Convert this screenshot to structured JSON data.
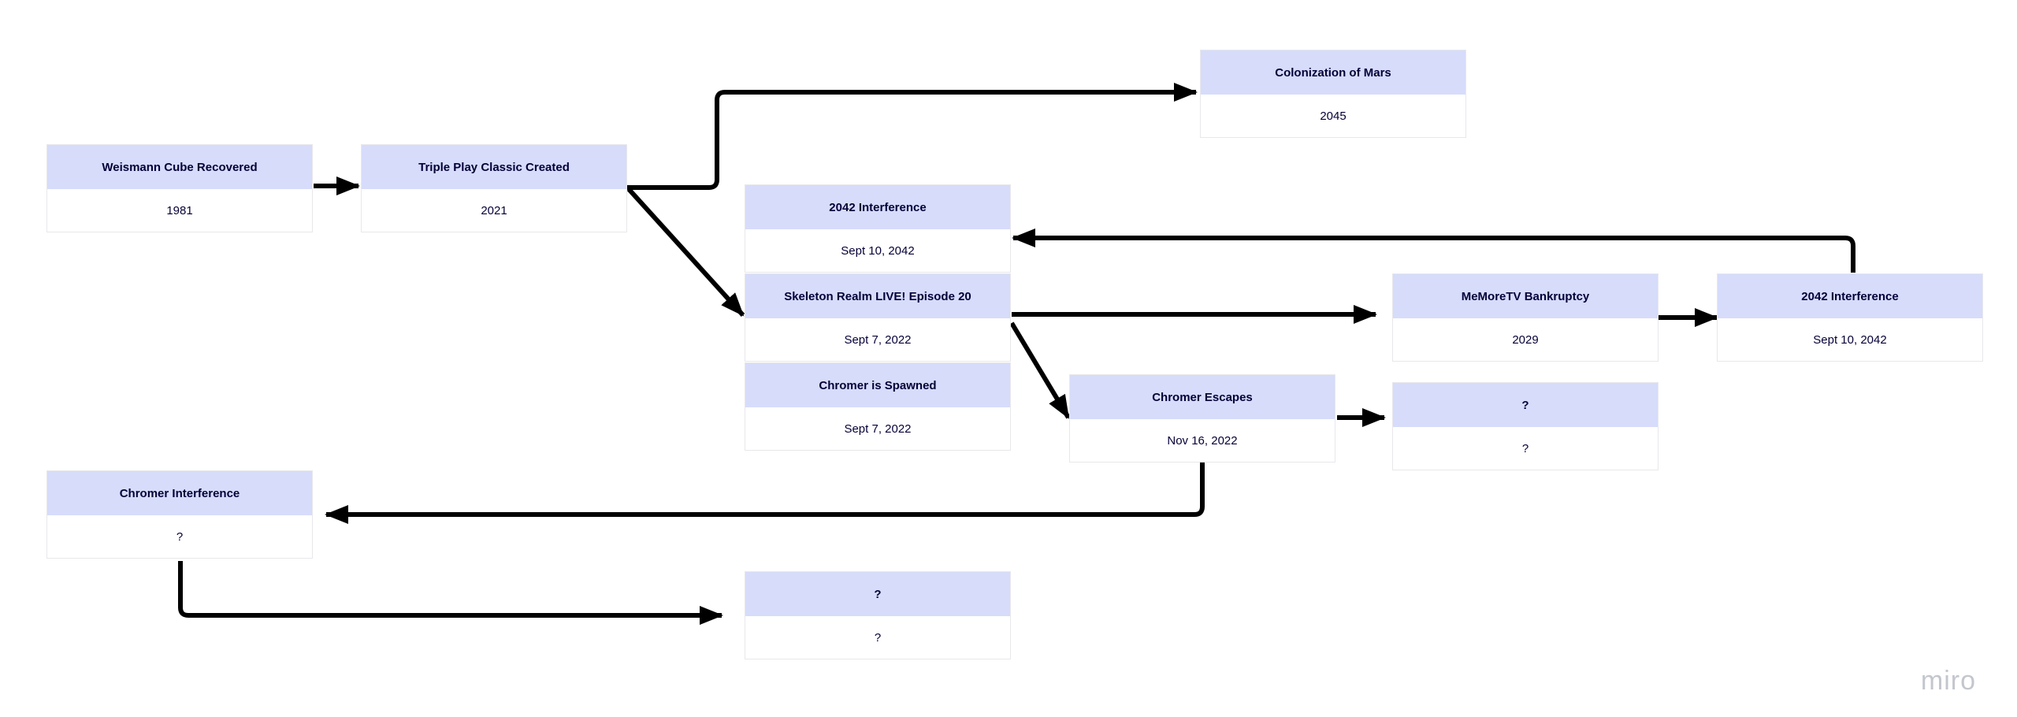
{
  "cards": [
    {
      "id": "weismann",
      "title": "Weismann Cube Recovered",
      "date": "1981"
    },
    {
      "id": "triple-play",
      "title": "Triple Play Classic Created",
      "date": "2021"
    },
    {
      "id": "mars",
      "title": "Colonization of Mars",
      "date": "2045"
    },
    {
      "id": "interference-2042-a",
      "title": "2042 Interference",
      "date": "Sept 10, 2042"
    },
    {
      "id": "skeleton-realm",
      "title": "Skeleton Realm LIVE! Episode 20",
      "date": "Sept 7, 2022"
    },
    {
      "id": "chromer-spawned",
      "title": "Chromer is Spawned",
      "date": "Sept 7, 2022"
    },
    {
      "id": "memoretv",
      "title": "MeMoreTV Bankruptcy",
      "date": "2029"
    },
    {
      "id": "interference-2042-b",
      "title": "2042 Interference",
      "date": "Sept 10, 2042"
    },
    {
      "id": "chromer-escapes",
      "title": "Chromer Escapes",
      "date": "Nov 16, 2022"
    },
    {
      "id": "unknown-1",
      "title": "?",
      "date": "?"
    },
    {
      "id": "chromer-interference",
      "title": "Chromer Interference",
      "date": "?"
    },
    {
      "id": "unknown-2",
      "title": "?",
      "date": "?"
    }
  ],
  "watermark": "miro"
}
